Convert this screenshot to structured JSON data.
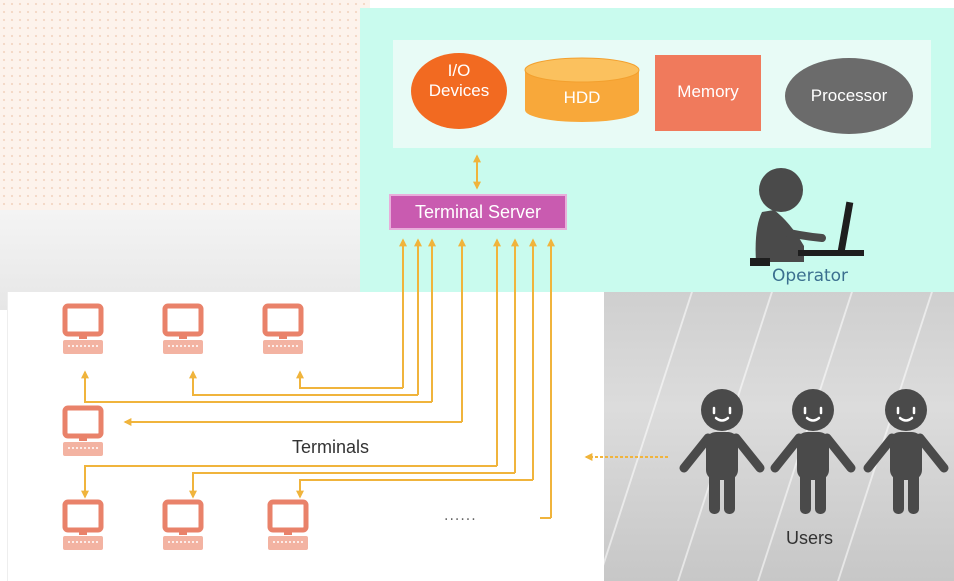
{
  "hardware": {
    "io_devices": "I/O\nDevices",
    "hdd": "HDD",
    "memory": "Memory",
    "processor": "Processor"
  },
  "server": {
    "label": "Terminal Server"
  },
  "operator": {
    "label": "Operator"
  },
  "terminals": {
    "label": "Terminals",
    "more": "......"
  },
  "users": {
    "label": "Users"
  },
  "colors": {
    "server_panel": "#c9fbee",
    "io_devices": "#f26a21",
    "hdd": "#f8a83a",
    "memory": "#f07a5c",
    "processor": "#6b6b6b",
    "terminal_server": "#c95bb0",
    "connection": "#f0b43c",
    "terminal": "#e9826a",
    "figure": "#4a4a4a"
  }
}
